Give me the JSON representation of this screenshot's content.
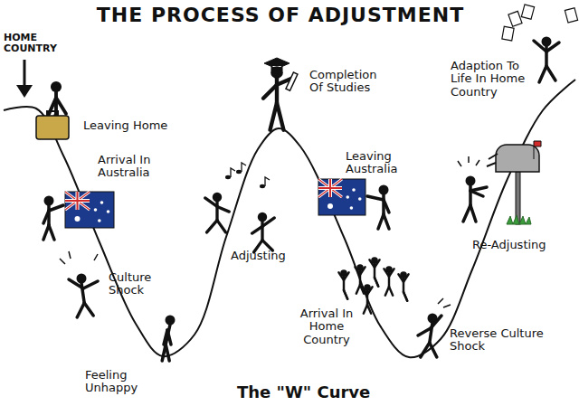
{
  "diagram": {
    "title": "THE PROCESS OF ADJUSTMENT",
    "caption": "The \"W\" Curve",
    "labels": [
      "HOME COUNTRY",
      "Leaving Home",
      "Arrival In Australia",
      "Culture Shock",
      "Feeling Unhappy",
      "Adjusting",
      "Completion Of Studies",
      "Leaving Australia",
      "Arrival In Home Country",
      "Reverse Culture Shock",
      "Re-Adjusting",
      "Adaption To Life In Home Country"
    ]
  }
}
